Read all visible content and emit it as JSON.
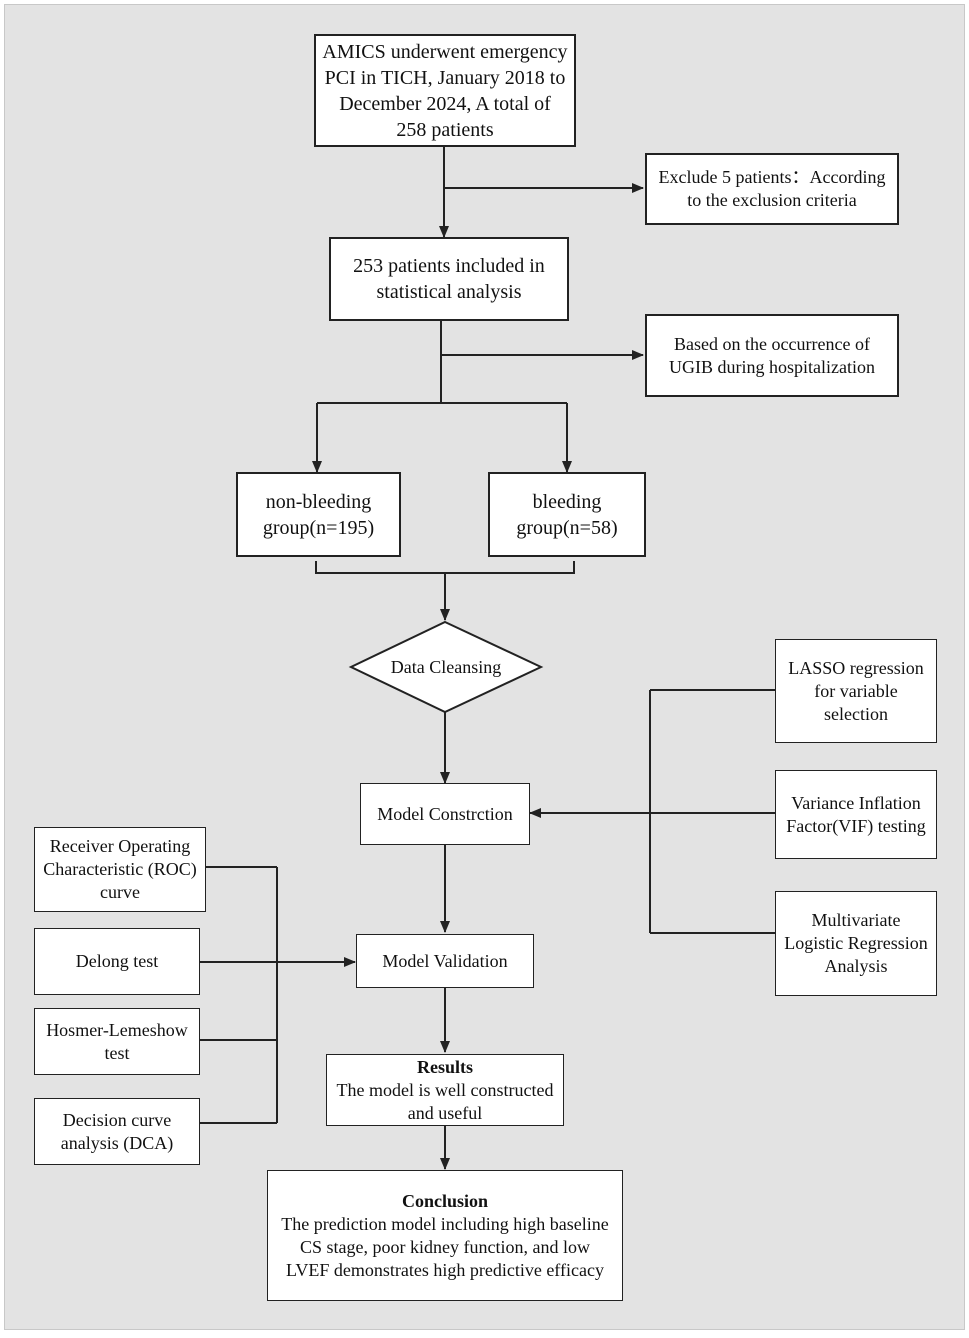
{
  "nodes": {
    "enrollment": "AMICS underwent emergency PCI in TICH, January 2018 to December 2024, A total of 258 patients",
    "exclusion": "Exclude 5 patients：According to the exclusion criteria",
    "included": "253 patients included in statistical analysis",
    "grouping": "Based on the occurrence of UGIB during hospitalization",
    "non_bleeding": "non-bleeding group(n=195)",
    "bleeding": "bleeding group(n=58)",
    "data_cleansing": "Data Cleansing",
    "lasso": "LASSO regression for variable selection",
    "vif": "Variance Inflation Factor(VIF) testing",
    "logistic": "Multivariate Logistic Regression Analysis",
    "model_construction": "Model Constrction",
    "roc": "Receiver Operating Characteristic (ROC) curve",
    "delong": "Delong test",
    "hosmer": "Hosmer-Lemeshow test",
    "dca": "Decision curve analysis (DCA)",
    "model_validation": "Model Validation",
    "results_title": "Results",
    "results_text": "The model is well constructed and useful",
    "conclusion_title": "Conclusion",
    "conclusion_text": "The prediction model including high baseline CS stage, poor kidney function, and low LVEF demonstrates high predictive efficacy"
  },
  "colors": {
    "background": "#e3e3e3",
    "box_fill": "#ffffff",
    "stroke": "#222222"
  }
}
